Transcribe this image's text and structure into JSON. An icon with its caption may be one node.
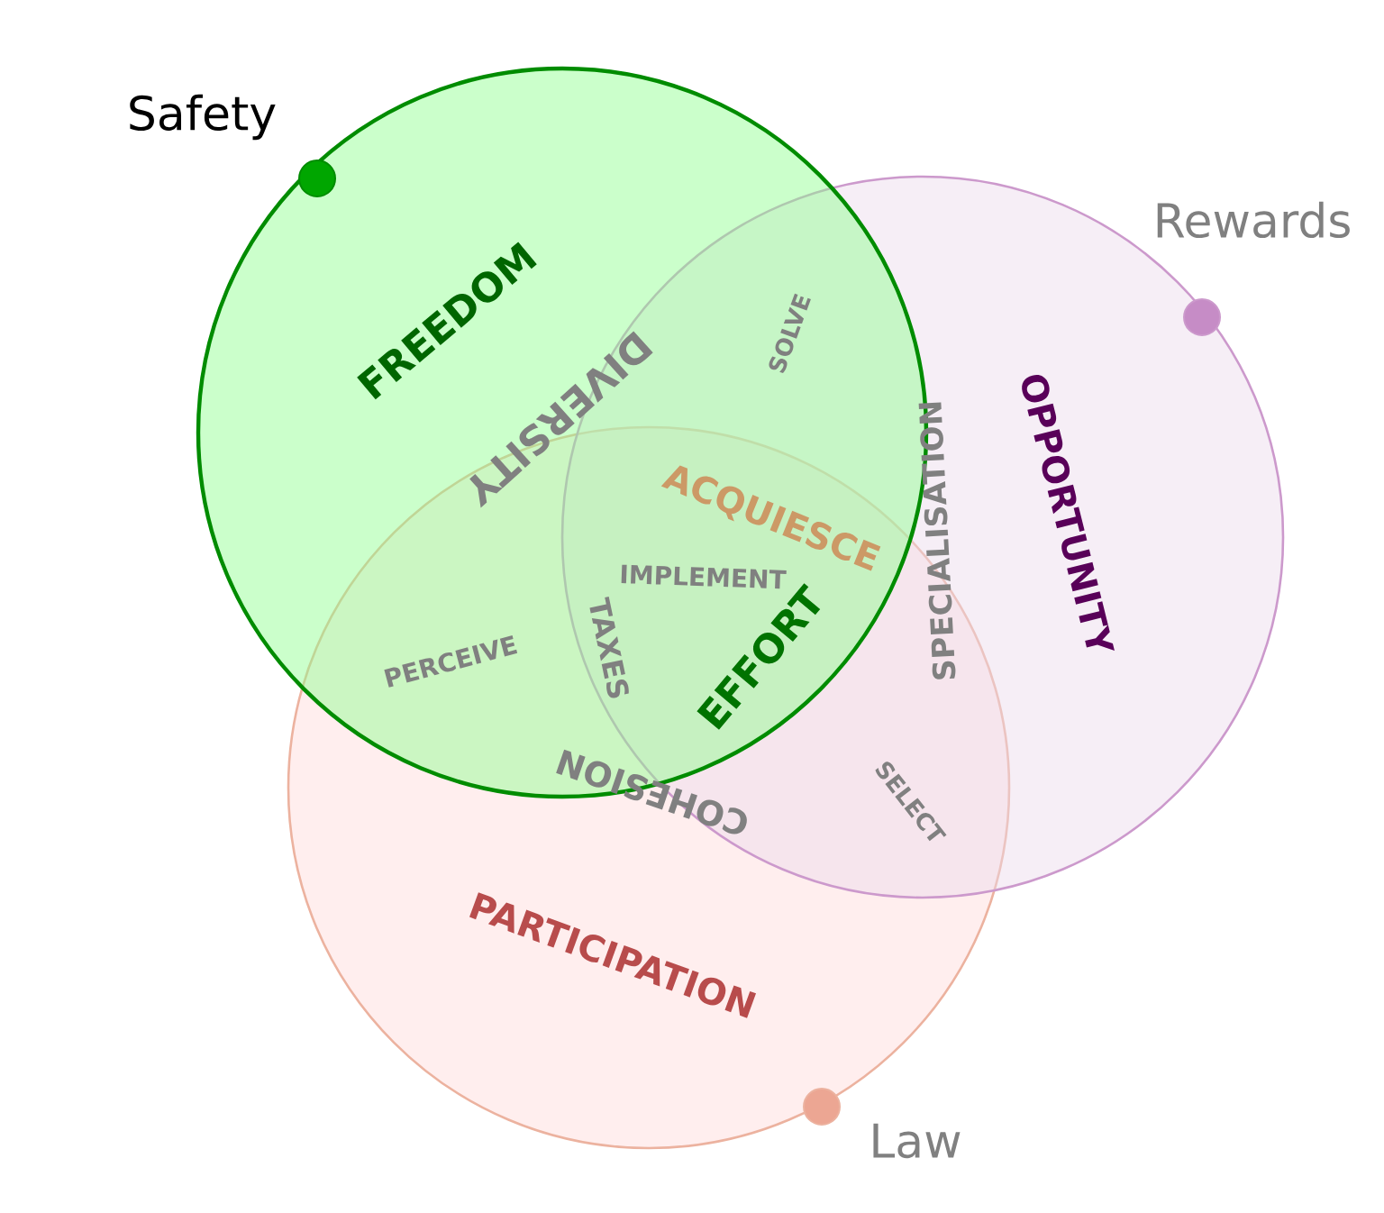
{
  "diagram": {
    "nodes": [
      {
        "text": [
          "Safety"
        ]
      },
      {
        "text": [
          "Rewards"
        ]
      },
      {
        "text": [
          "Law"
        ]
      }
    ],
    "labels": [
      "FREEDOM",
      "DIVERSITY",
      "SOLVE",
      "ACQUIESCE",
      "IMPLEMENT",
      "TAXES",
      "PERCEIVE",
      "EFFORT",
      "OPPORTUNITY",
      "SPECIALISATION",
      "COHESION",
      "SELECT",
      "PARTICIPATION"
    ]
  }
}
